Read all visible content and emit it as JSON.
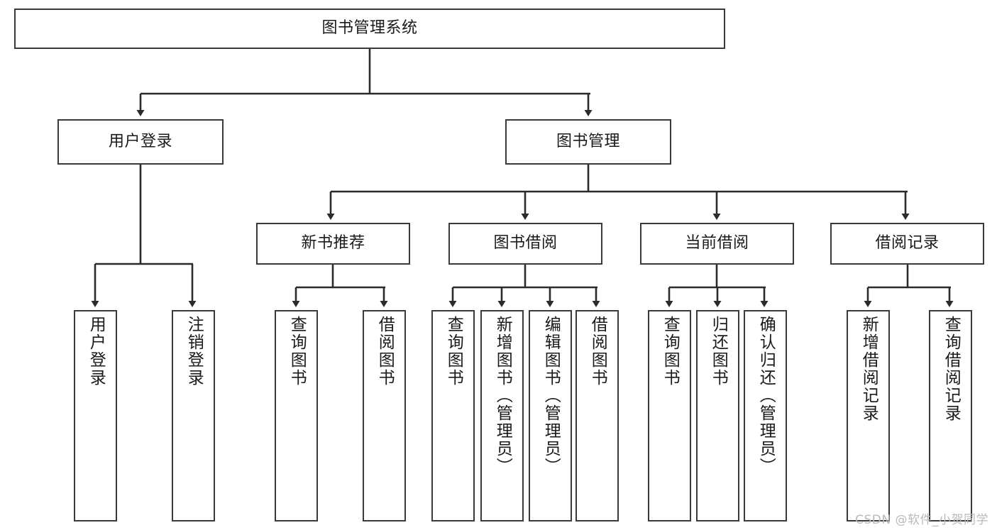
{
  "diagram": {
    "type": "tree",
    "title": "图书管理系统",
    "root": {
      "label": "图书管理系统"
    },
    "level1": [
      {
        "label": "用户登录"
      },
      {
        "label": "图书管理"
      }
    ],
    "level2": [
      {
        "label": "新书推荐"
      },
      {
        "label": "图书借阅"
      },
      {
        "label": "当前借阅"
      },
      {
        "label": "借阅记录"
      }
    ],
    "leaves": {
      "user_login": [
        {
          "label": "用户登录"
        },
        {
          "label": "注销登录"
        }
      ],
      "new_book_recommend": [
        {
          "label": "查询图书"
        },
        {
          "label": "借阅图书"
        }
      ],
      "book_borrow": [
        {
          "label": "查询图书"
        },
        {
          "label": "新增图书（管理员）"
        },
        {
          "label": "编辑图书（管理员）"
        },
        {
          "label": "借阅图书"
        }
      ],
      "current_borrow": [
        {
          "label": "查询图书"
        },
        {
          "label": "归还图书"
        },
        {
          "label": "确认归还（管理员）"
        }
      ],
      "borrow_record": [
        {
          "label": "新增借阅记录"
        },
        {
          "label": "查询借阅记录"
        }
      ]
    }
  },
  "watermark": {
    "text": "CSDN @软件_小贺同学"
  },
  "colors": {
    "box_border": "#3a3a3a",
    "box_fill": "#ffffff",
    "edge": "#2b2b2b",
    "text": "#1a1a1a",
    "watermark": "#b9b9b9",
    "background": "#ffffff"
  }
}
